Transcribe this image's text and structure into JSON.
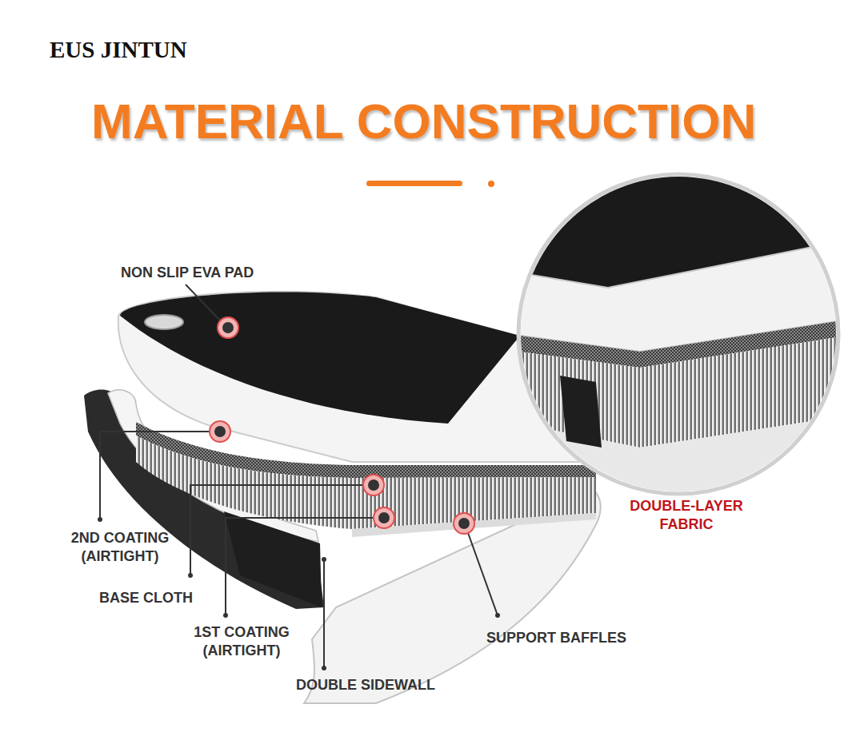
{
  "diagram": {
    "title": "MATERIAL CONSTRUCTION",
    "labels": [
      "EUS JINTUN",
      "NON SLIP EVA PAD",
      "DOUBLE-LAYER FABRIC",
      "2ND COATING (AIRTIGHT)",
      "BASE CLOTH",
      "1ST COATING (AIRTIGHT)",
      "SUPPORT BAFFLES",
      "DOUBLE SIDEWALL"
    ]
  }
}
